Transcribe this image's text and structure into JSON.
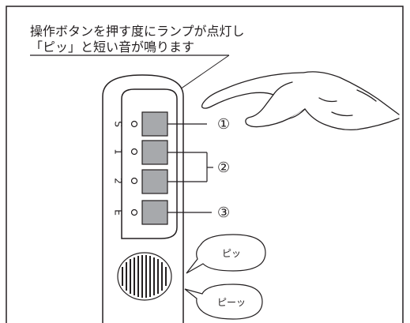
{
  "caption": {
    "line1": "操作ボタンを押す度にランプが点灯し",
    "line2": "「ピッ」と短い音が鳴ります"
  },
  "panel": {
    "lamp_labels": [
      "S",
      "1",
      "2",
      "E"
    ],
    "callouts": [
      "①",
      "②",
      "③"
    ]
  },
  "sounds": {
    "short_beep": "ピッ",
    "long_beep": "ピーッ"
  },
  "colors": {
    "ink": "#231f20",
    "button_fill": "#a7a9ac",
    "background": "#ffffff"
  }
}
